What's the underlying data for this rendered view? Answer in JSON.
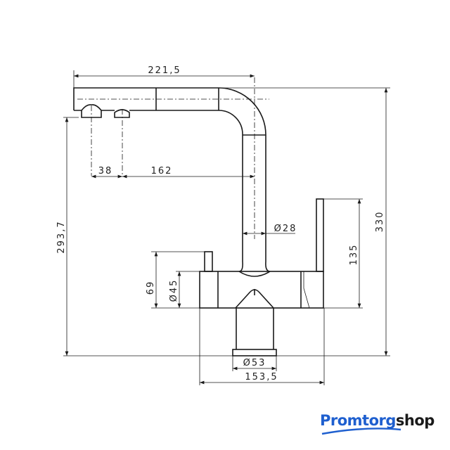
{
  "drawing": {
    "dimensions": {
      "spout_reach": "221,5",
      "aerator_spacing": "38",
      "aerator_to_axis": "162",
      "total_height": "330",
      "spout_height": "293,7",
      "spout_diameter": "Ø28",
      "lever_height": "135",
      "body_height": "69",
      "body_diameter": "Ø45",
      "base_diameter": "Ø53",
      "body_width": "153,5"
    }
  },
  "brand": {
    "part1": "Promtorg",
    "part2": "shop",
    "color": "#1e5fcf"
  }
}
